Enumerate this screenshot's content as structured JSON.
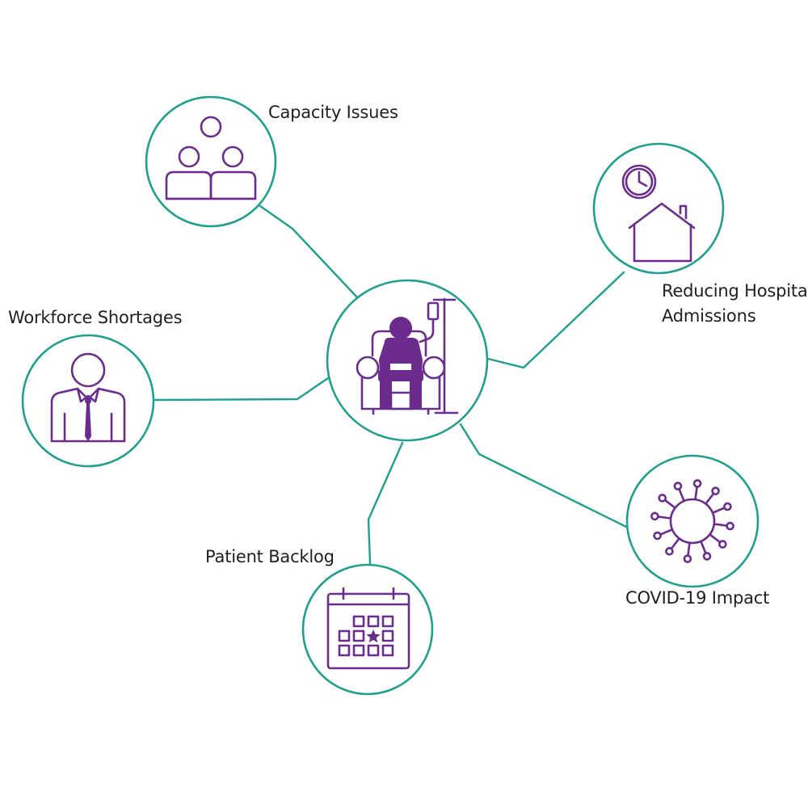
{
  "colors": {
    "accent": "#1FA08E",
    "icon": "#6C2C8E",
    "text": "#1f1f1f"
  },
  "diagram": {
    "center": {
      "name": "patient-infusion-chair",
      "icon": "patient-infusion-icon"
    },
    "nodes": [
      {
        "id": "capacity",
        "label_lines": [
          "Capacity Issues"
        ],
        "icon": "people-hierarchy-icon"
      },
      {
        "id": "admissions",
        "label_lines": [
          "Reducing Hospital",
          "Admissions"
        ],
        "icon": "house-clock-icon"
      },
      {
        "id": "workforce",
        "label_lines": [
          "Workforce Shortages"
        ],
        "icon": "businessman-icon"
      },
      {
        "id": "covid",
        "label_lines": [
          "COVID-19 Impact"
        ],
        "icon": "virus-icon"
      },
      {
        "id": "backlog",
        "label_lines": [
          "Patient Backlog"
        ],
        "icon": "calendar-icon"
      }
    ]
  }
}
